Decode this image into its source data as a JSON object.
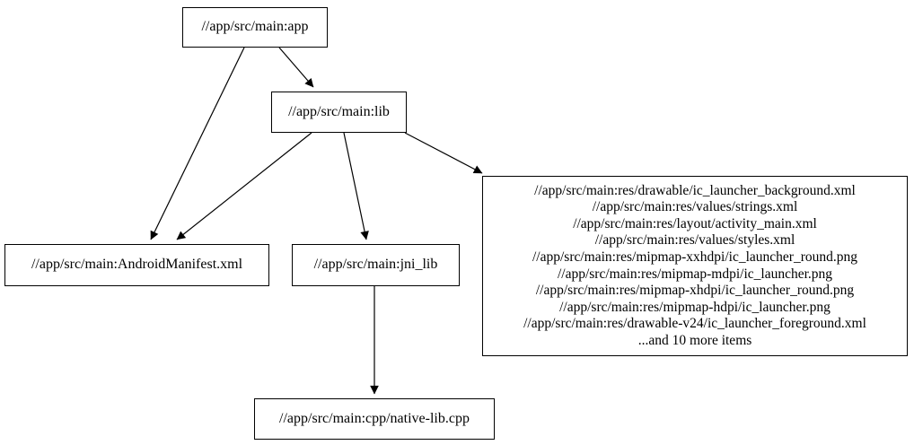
{
  "graph": {
    "type": "dependency-graph",
    "background_color": "#ffffff",
    "node_border_color": "#000000",
    "text_color": "#000000",
    "edge_color": "#000000",
    "nodes": {
      "app": {
        "label": "//app/src/main:app"
      },
      "lib": {
        "label": "//app/src/main:lib"
      },
      "manifest": {
        "label": "//app/src/main:AndroidManifest.xml"
      },
      "jni_lib": {
        "label": "//app/src/main:jni_lib"
      },
      "res": {
        "lines": [
          "//app/src/main:res/drawable/ic_launcher_background.xml",
          "//app/src/main:res/values/strings.xml",
          "//app/src/main:res/layout/activity_main.xml",
          "//app/src/main:res/values/styles.xml",
          "//app/src/main:res/mipmap-xxhdpi/ic_launcher_round.png",
          "//app/src/main:res/mipmap-mdpi/ic_launcher.png",
          "//app/src/main:res/mipmap-xhdpi/ic_launcher_round.png",
          "//app/src/main:res/mipmap-hdpi/ic_launcher.png",
          "//app/src/main:res/drawable-v24/ic_launcher_foreground.xml",
          "...and 10 more items"
        ]
      },
      "native": {
        "label": "//app/src/main:cpp/native-lib.cpp"
      }
    },
    "edges": [
      {
        "from": "app",
        "to": "lib"
      },
      {
        "from": "app",
        "to": "manifest"
      },
      {
        "from": "lib",
        "to": "manifest"
      },
      {
        "from": "lib",
        "to": "jni_lib"
      },
      {
        "from": "lib",
        "to": "res"
      },
      {
        "from": "jni_lib",
        "to": "native"
      }
    ]
  }
}
